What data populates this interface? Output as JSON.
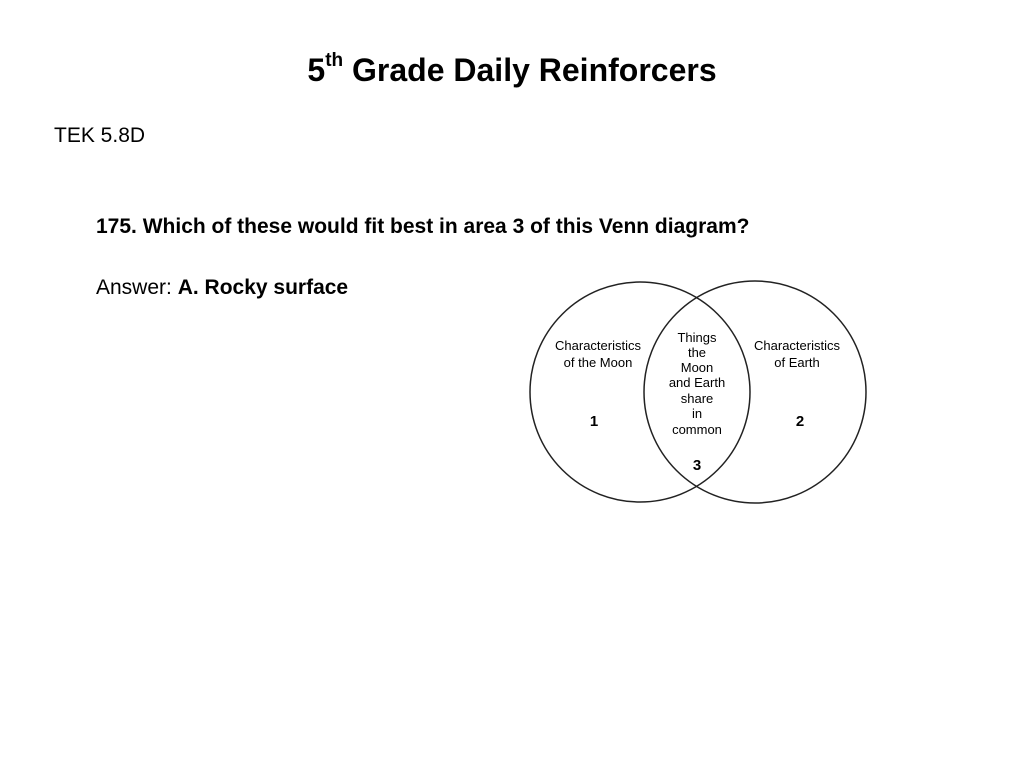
{
  "title": {
    "number": "5",
    "ordinal_suffix": "th",
    "text": "Grade Daily Reinforcers"
  },
  "tek": "TEK 5.8D",
  "question": "175. Which of these would fit best in area 3 of this Venn diagram?",
  "answer": {
    "label": "Answer:",
    "value": "A. Rocky surface"
  },
  "venn": {
    "left_label": [
      "Characteristics",
      "of the Moon"
    ],
    "right_label": [
      "Characteristics",
      "of Earth"
    ],
    "center_label": [
      "Things",
      "the",
      "Moon",
      "and Earth",
      "share",
      "in",
      "common"
    ],
    "left_number": "1",
    "right_number": "2",
    "center_number": "3"
  }
}
